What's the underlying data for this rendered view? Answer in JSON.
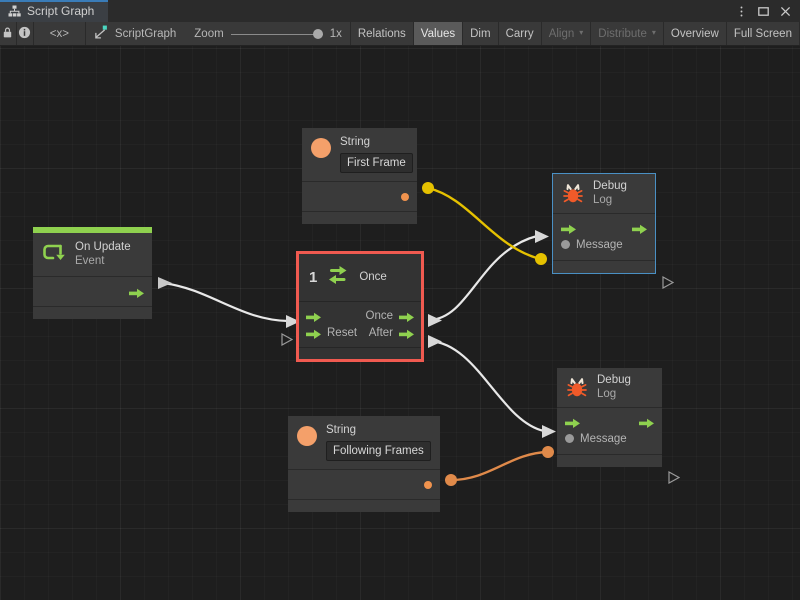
{
  "window": {
    "tab_label": "Script Graph",
    "tab_icon": "graph-hierarchy-icon",
    "controls": [
      {
        "name": "more-options",
        "glyph": "kebab-menu-icon"
      },
      {
        "name": "maximize",
        "glyph": "maximize-icon"
      },
      {
        "name": "close",
        "glyph": "close-icon"
      }
    ]
  },
  "toolbar": {
    "lock_icon": "lock-icon",
    "info_icon": "info-icon",
    "code_icon": "<x>",
    "graph_name": "ScriptGraph",
    "graph_icon": "script-graph-icon",
    "zoom_label": "Zoom",
    "zoom_value": "1x",
    "zoom_percent": 100,
    "buttons": [
      {
        "label": "Relations",
        "state": "normal"
      },
      {
        "label": "Values",
        "state": "active"
      },
      {
        "label": "Dim",
        "state": "normal"
      },
      {
        "label": "Carry",
        "state": "normal"
      },
      {
        "label": "Align",
        "state": "disabled",
        "caret": "▾"
      },
      {
        "label": "Distribute",
        "state": "disabled",
        "caret": "▾"
      },
      {
        "label": "Overview",
        "state": "normal"
      },
      {
        "label": "Full Screen",
        "state": "normal"
      }
    ]
  },
  "graph": {
    "nodes": {
      "on_update": {
        "title": "On Update",
        "subtitle": "Event",
        "icon": "on-update-loop-icon",
        "header_color": "#8fd14f",
        "outputs": [
          {
            "label": "",
            "type": "flow"
          }
        ]
      },
      "string_first_frame": {
        "title": "String",
        "value": "First Frame",
        "icon": "string-circle-icon",
        "port_color": "#f0934e"
      },
      "string_following_frames": {
        "title": "String",
        "value": "Following Frames",
        "icon": "string-circle-icon",
        "port_color": "#f0934e"
      },
      "once": {
        "title": "Once",
        "badge": "1",
        "icon": "once-loop-icon",
        "selected": true,
        "selection_color": "#f05a50",
        "inputs": [
          {
            "label": "",
            "type": "flow"
          },
          {
            "label": "Reset",
            "type": "flow"
          }
        ],
        "outputs": [
          {
            "label": "Once",
            "type": "flow"
          },
          {
            "label": "After",
            "type": "flow"
          }
        ]
      },
      "debug_log_1": {
        "title": "Debug",
        "subtitle": "Log",
        "icon": "bug-icon",
        "highlighted": true,
        "highlight_color": "#4a90c4",
        "input_label": "Message"
      },
      "debug_log_2": {
        "title": "Debug",
        "subtitle": "Log",
        "icon": "bug-icon",
        "highlighted": false,
        "input_label": "Message"
      }
    },
    "edges": [
      {
        "name": "onupdate-to-once",
        "type": "flow",
        "color": "#e8e8e8"
      },
      {
        "name": "once-out-to-log1",
        "type": "flow",
        "color": "#e8e8e8"
      },
      {
        "name": "after-out-to-log2",
        "type": "flow",
        "color": "#e8e8e8"
      },
      {
        "name": "string1-to-log1-message",
        "type": "value",
        "color": "#e5c100"
      },
      {
        "name": "string2-to-log2-message",
        "type": "value",
        "color": "#e08a4a"
      }
    ]
  }
}
